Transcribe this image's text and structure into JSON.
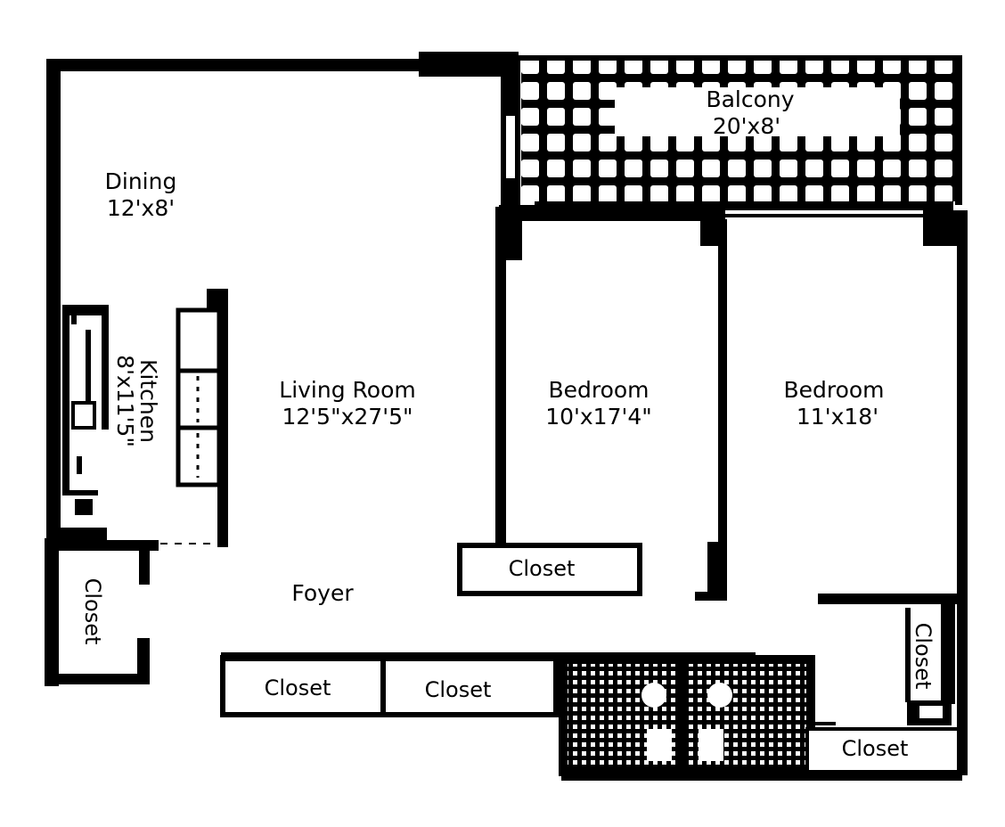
{
  "rooms": {
    "dining": {
      "name": "Dining",
      "size": "12'x8'"
    },
    "kitchen": {
      "name": "Kitchen",
      "size": "8'x11'5\""
    },
    "living": {
      "name": "Living Room",
      "size": "12'5\"x27'5\""
    },
    "balcony": {
      "name": "Balcony",
      "size": "20'x8'"
    },
    "bedroom1": {
      "name": "Bedroom",
      "size": "10'x17'4\""
    },
    "bedroom2": {
      "name": "Bedroom",
      "size": "11'x18'"
    },
    "foyer": {
      "name": "Foyer"
    }
  },
  "closets": {
    "bedroom1": "Closet",
    "entry_left": "Closet",
    "hall_a": "Closet",
    "hall_b": "Closet",
    "bedroom2_side": "Closet",
    "bedroom2_bottom": "Closet"
  },
  "colors": {
    "wall": "#000000",
    "floor": "#ffffff"
  }
}
